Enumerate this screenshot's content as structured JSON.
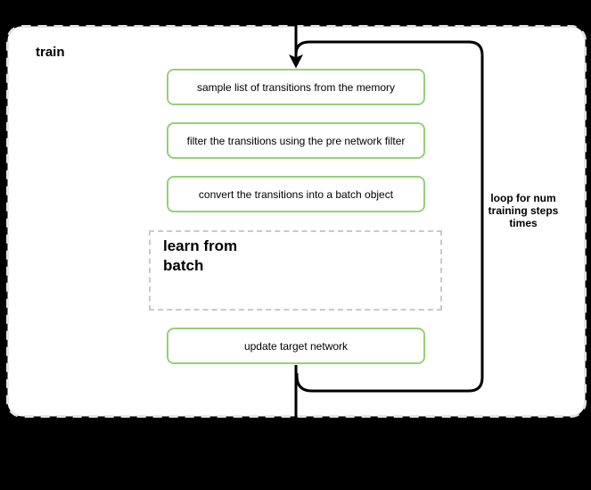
{
  "diagram": {
    "container_label": "train",
    "steps": {
      "sample": "sample list of transitions from the memory",
      "filter": "filter the transitions using the pre network filter",
      "convert": "convert the transitions into a batch object",
      "update": "update target network"
    },
    "learn_box": {
      "line1": "learn from",
      "line2": "batch"
    },
    "loop_annotation": {
      "line1": "loop for num",
      "line2": "training steps",
      "line3": "times"
    },
    "colors": {
      "background": "#000000",
      "container_fill": "#ffffff",
      "container_border": "#e3e3e3",
      "step_border": "#97d077",
      "dashed_box_border": "#c9c9c9",
      "flow_line": "#000000",
      "text": "#000000"
    }
  }
}
